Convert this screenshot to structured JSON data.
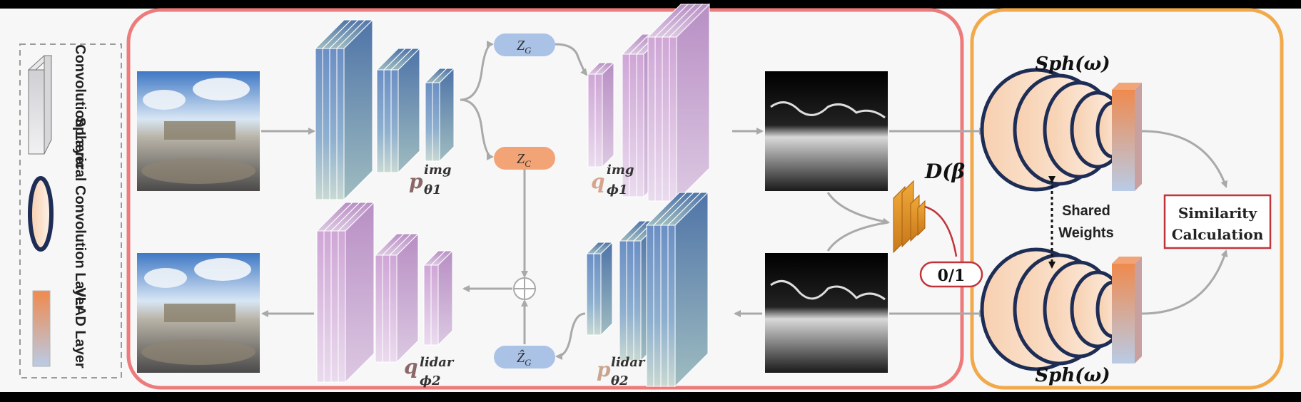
{
  "colors": {
    "background": "#000000",
    "panel": "#f7f7f8",
    "left_frame": "#ee7b7b",
    "right_frame": "#f2a94a",
    "arrow": "#a9a9a9",
    "blue_layer": "#6f93c2",
    "pink_layer": "#d3b2d8",
    "latent_blue": "#aac2e6",
    "latent_orange": "#f2a476",
    "similarity_border": "#c0353a"
  },
  "legend": {
    "conv_label": "Convolution Layer",
    "sph_label": "Spherical Convolution Layer",
    "vlad_label": "VLAD Layer"
  },
  "latent": {
    "zg_top": {
      "main": "Z",
      "sub": "G"
    },
    "zc": {
      "main": "Z",
      "sub": "C"
    },
    "zg_hat": {
      "main": "Ẑ",
      "sub": "G"
    }
  },
  "encoders": {
    "p_img": {
      "main": "p",
      "sub": "θ1",
      "sup": "img"
    },
    "q_img": {
      "main": "q",
      "sub": "ϕ1",
      "sup": "img"
    },
    "q_lidar": {
      "main": "q",
      "sub": "ϕ2",
      "sup": "lidar"
    },
    "p_lidar": {
      "main": "p",
      "sub": "θ2",
      "sup": "lidar"
    }
  },
  "discriminator": {
    "label": "D(β",
    "output": "0/1"
  },
  "spherical": {
    "top_label": "Sph(ω)",
    "bottom_label": "Sph(ω)",
    "shared": "Shared Weights"
  },
  "similarity": {
    "line1": "Similarity",
    "line2": "Calculation"
  }
}
